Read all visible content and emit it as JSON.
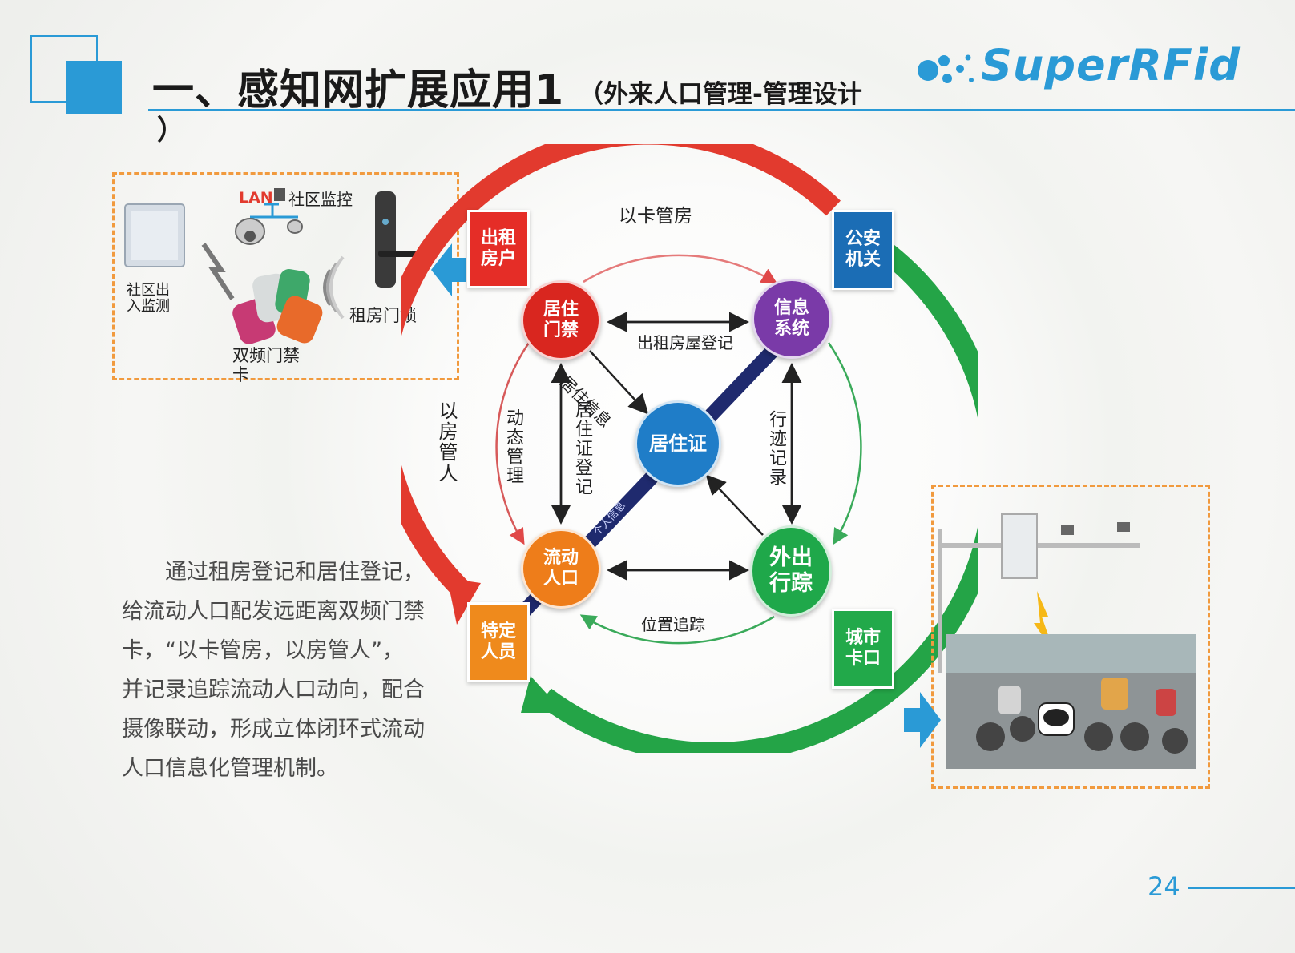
{
  "title": {
    "main": "一、感知网扩展应用1",
    "sub": "（外来人口管理-管理设计",
    "close": "）"
  },
  "logo": {
    "text": "SuperRFid",
    "icon": "dots-logo-icon",
    "color": "#2a9ad6"
  },
  "left_box": {
    "lan": "LAN",
    "monitor": "社区监控",
    "entry_line1": "社区出",
    "entry_line2": "入监测",
    "card_line1": "双频门禁",
    "card_line2": "卡",
    "lock": "租房门锁"
  },
  "paragraph": {
    "lines": [
      "　　通过租房登记和居住登记，",
      "给流动人口配发远距离双频门禁",
      "卡，“以卡管房，以房管人”，",
      "并记录追踪流动人口动向，配合",
      "摄像联动，形成立体闭环式流动",
      "人口信息化管理机制。"
    ]
  },
  "diagram": {
    "outer_top": "以卡管房",
    "outer_left": "以房管人",
    "corners": {
      "tl": {
        "line1": "出租",
        "line2": "房户",
        "color": "#e52d27"
      },
      "tr": {
        "line1": "公安",
        "line2": "机关",
        "color": "#1b6db5"
      },
      "bl": {
        "line1": "特定",
        "line2": "人员",
        "color": "#ef8a1c"
      },
      "br": {
        "line1": "城市",
        "line2": "卡口",
        "color": "#22a94a"
      }
    },
    "nodes": {
      "tl": {
        "line1": "居住",
        "line2": "门禁",
        "color": "#d9261f"
      },
      "tr": {
        "line1": "信息",
        "line2": "系统",
        "color": "#7a3aa8"
      },
      "bl": {
        "line1": "流动",
        "line2": "人口",
        "color": "#ee7d1a"
      },
      "br": {
        "line1": "外出",
        "line2": "行踪",
        "color": "#1fa84a"
      },
      "center": {
        "label": "居住证",
        "color": "#1f7dc8"
      }
    },
    "labels": {
      "top": "出租房屋登记",
      "bottom": "位置追踪",
      "diag": "居住信息",
      "left_outer": "动态管理",
      "left_inner": "居住证登记",
      "right": "行迹记录",
      "band": "个人信息"
    }
  },
  "page_number": "24"
}
